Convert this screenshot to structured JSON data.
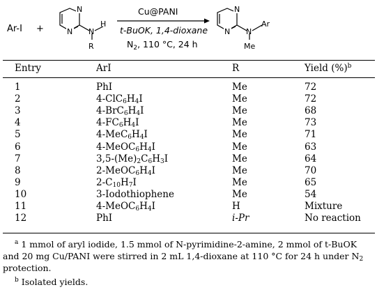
{
  "scheme": {
    "reactant1": "Ar-I",
    "plus": "+",
    "n_top": "N",
    "n_bottom": "N",
    "n_amine": "N",
    "h": "H",
    "r": "R",
    "catalyst": "Cu@PANI",
    "base": "t-BuOK, 1,4-dioxane",
    "conditions_n": "N",
    "conditions_n_sub": "2",
    "conditions_rest": ", 110 °C, 24 h",
    "prod_n_top": "N",
    "prod_n_bottom": "N",
    "prod_n_amine": "N",
    "ar": "Ar",
    "me": "Me"
  },
  "headers": {
    "entry": "Entry",
    "aryl": "ArI",
    "r": "R",
    "yield": "Yield (%)",
    "yield_note": "b"
  },
  "rows": [
    {
      "entry": "1",
      "aryl": [
        [
          "t",
          "PhI"
        ]
      ],
      "r": "Me",
      "yield": "72"
    },
    {
      "entry": "2",
      "aryl": [
        [
          "t",
          "4-ClC"
        ],
        [
          "s",
          "6"
        ],
        [
          "t",
          "H"
        ],
        [
          "s",
          "4"
        ],
        [
          "t",
          "I"
        ]
      ],
      "r": "Me",
      "yield": "72"
    },
    {
      "entry": "3",
      "aryl": [
        [
          "t",
          "4-BrC"
        ],
        [
          "s",
          "6"
        ],
        [
          "t",
          "H"
        ],
        [
          "s",
          "4"
        ],
        [
          "t",
          "I"
        ]
      ],
      "r": "Me",
      "yield": "68"
    },
    {
      "entry": "4",
      "aryl": [
        [
          "t",
          "4-FC"
        ],
        [
          "s",
          "6"
        ],
        [
          "t",
          "H"
        ],
        [
          "s",
          "4"
        ],
        [
          "t",
          "I"
        ]
      ],
      "r": "Me",
      "yield": "73"
    },
    {
      "entry": "5",
      "aryl": [
        [
          "t",
          "4-MeC"
        ],
        [
          "s",
          "6"
        ],
        [
          "t",
          "H"
        ],
        [
          "s",
          "4"
        ],
        [
          "t",
          "I"
        ]
      ],
      "r": "Me",
      "yield": "71"
    },
    {
      "entry": "6",
      "aryl": [
        [
          "t",
          "4-MeOC"
        ],
        [
          "s",
          "6"
        ],
        [
          "t",
          "H"
        ],
        [
          "s",
          "4"
        ],
        [
          "t",
          "I"
        ]
      ],
      "r": "Me",
      "yield": "63"
    },
    {
      "entry": "7",
      "aryl": [
        [
          "t",
          "3,5-(Me)"
        ],
        [
          "s",
          "2"
        ],
        [
          "t",
          "C"
        ],
        [
          "s",
          "6"
        ],
        [
          "t",
          "H"
        ],
        [
          "s",
          "3"
        ],
        [
          "t",
          "I"
        ]
      ],
      "r": "Me",
      "yield": "64"
    },
    {
      "entry": "8",
      "aryl": [
        [
          "t",
          "2-MeOC"
        ],
        [
          "s",
          "6"
        ],
        [
          "t",
          "H"
        ],
        [
          "s",
          "4"
        ],
        [
          "t",
          "I"
        ]
      ],
      "r": "Me",
      "yield": "70"
    },
    {
      "entry": "9",
      "aryl": [
        [
          "t",
          "2-C"
        ],
        [
          "s",
          "10"
        ],
        [
          "t",
          "H"
        ],
        [
          "s",
          "7"
        ],
        [
          "t",
          "I"
        ]
      ],
      "r": "Me",
      "yield": "65"
    },
    {
      "entry": "10",
      "aryl": [
        [
          "t",
          "3-Iodothiophene"
        ]
      ],
      "r": "Me",
      "yield": "54"
    },
    {
      "entry": "11",
      "aryl": [
        [
          "t",
          "4-MeOC"
        ],
        [
          "s",
          "6"
        ],
        [
          "t",
          "H"
        ],
        [
          "s",
          "4"
        ],
        [
          "t",
          "I"
        ]
      ],
      "r": "H",
      "yield": "Mixture"
    },
    {
      "entry": "12",
      "aryl": [
        [
          "t",
          "PhI"
        ]
      ],
      "r": "i-Pr",
      "r_italic": true,
      "yield": "No reaction"
    }
  ],
  "footnotes": {
    "a_mark": "a",
    "a_line1": "1 mmol of aryl iodide, 1.5 mmol of N-pyrimidine-2-amine, 2 mmol of t-BuOK",
    "a_line2_pre": "and 20 mg Cu/PANI were stirred in 2 mL 1,4-dioxane at 110 °C for 24 h under N",
    "a_line2_sub": "2",
    "a_line3": "protection.",
    "b_mark": "b",
    "b_text": "Isolated yields."
  }
}
